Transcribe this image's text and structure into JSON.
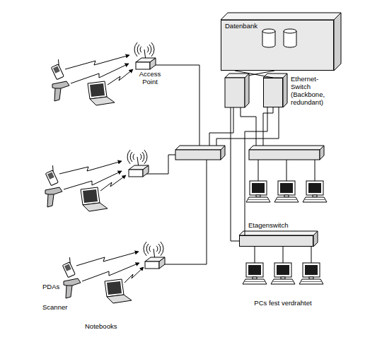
{
  "diagram": {
    "nodes": [
      {
        "text": [
          "Datenbank"
        ]
      },
      {
        "text": [
          "Ethernet-Switch (Backbone, redundant)"
        ]
      },
      {
        "text": [
          "Access Point"
        ]
      },
      {
        "text": [
          "Etagenswitch"
        ]
      }
    ],
    "edges": [
      {
        "from": 0,
        "to": 1,
        "arrow": "none"
      },
      {
        "from": 1,
        "to": 3,
        "arrow": "none"
      }
    ],
    "labels": [
      "PDAs",
      "Scanner",
      "Notebooks",
      "PCs fest verdrahtet"
    ]
  }
}
